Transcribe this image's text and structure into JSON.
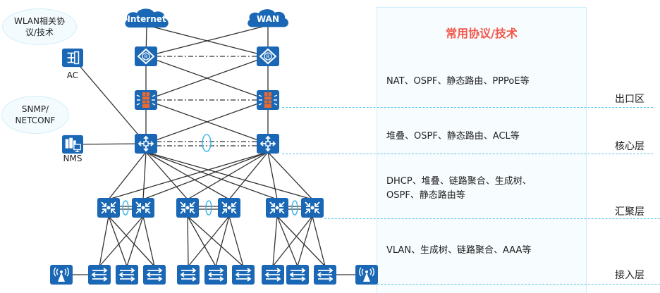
{
  "diagram": {
    "panel": {
      "title": "常用协议/技术",
      "title_color": "#f4574b",
      "protocols": {
        "egress": "NAT、OSPF、静态路由、PPPoE等",
        "core": "堆叠、OSPF、静态路由、ACL等",
        "aggregation_line1": "DHCP、堆叠、链路聚合、生成树、",
        "aggregation_line2": "OSPF、静态路由等",
        "access": "VLAN、生成树、链路聚合、AAA等"
      }
    },
    "layers": {
      "egress": "出口区",
      "core": "核心层",
      "aggregation": "汇聚层",
      "access": "接入层"
    },
    "clouds": {
      "internet": "Internet",
      "wan": "WAN"
    },
    "bubbles": {
      "wlan_line1": "WLAN相关协",
      "wlan_line2": "议/技术",
      "mgmt_line1": "SNMP/",
      "mgmt_line2": "NETCONF"
    },
    "devices": {
      "ac_label": "AC",
      "nms_label": "NMS"
    },
    "colors": {
      "device_blue": "#1a67b5",
      "firewall_orange": "#ee6b2d",
      "divider_blue": "#5bc3ea",
      "stack_ring": "#3fb8ea"
    }
  }
}
